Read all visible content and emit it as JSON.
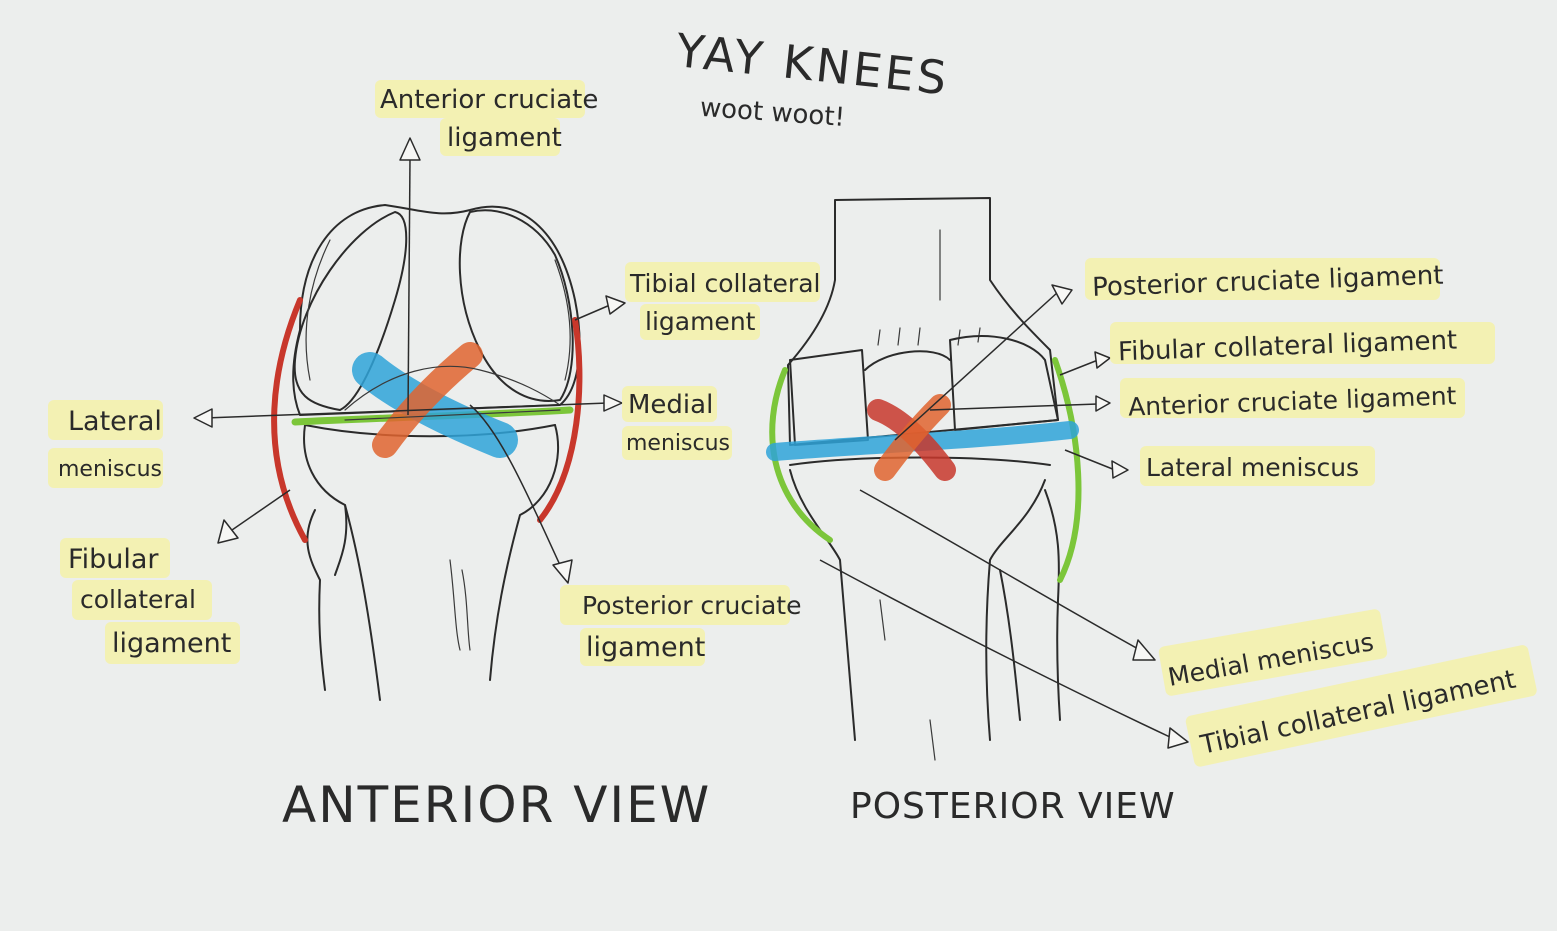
{
  "title": "YAY KNEES",
  "subtitle": "woot woot!",
  "colors": {
    "paper": "#eceeed",
    "highlighter": "#f4f1a8",
    "red": "#c8372b",
    "orange": "#e0642f",
    "blue": "#2fa3d8",
    "green": "#7cc63a",
    "pencil": "#2b2b2b"
  },
  "anterior": {
    "view_label": "ANTERIOR VIEW",
    "labels": {
      "acl_1": "Anterior cruciate",
      "acl_2": "ligament",
      "tcl_1": "Tibial collateral",
      "tcl_2": "ligament",
      "lat_men_1": "Lateral",
      "lat_men_2": "meniscus",
      "med_men_1": "Medial",
      "med_men_2": "meniscus",
      "fcl_1": "Fibular",
      "fcl_2": "collateral",
      "fcl_3": "ligament",
      "pcl_1": "Posterior cruciate",
      "pcl_2": "ligament"
    }
  },
  "posterior": {
    "view_label": "POSTERIOR VIEW",
    "labels": {
      "pcl": "Posterior cruciate ligament",
      "fcl": "Fibular collateral ligament",
      "acl": "Anterior cruciate ligament",
      "lat_men": "Lateral meniscus",
      "med_men": "Medial meniscus",
      "tcl": "Tibial collateral ligament"
    }
  }
}
